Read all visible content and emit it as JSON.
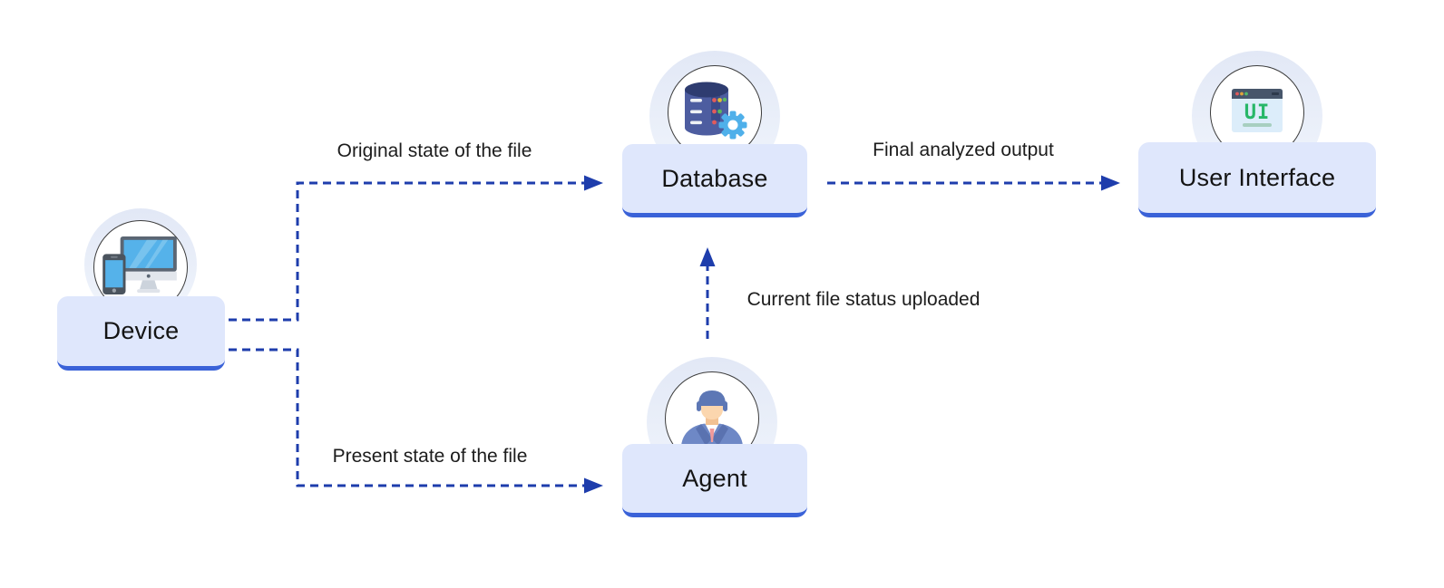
{
  "diagram": {
    "title": "file-analysis-flow",
    "colors": {
      "background": "#ffffff",
      "node_fill": "#dfe7fc",
      "node_bottom_edge": "#3a62d8",
      "arrow": "#1e3dac",
      "label_text": "#1c1c1c",
      "node_text": "#141414",
      "circle_border": "#3c3c3c",
      "halo": "#e2e8f6",
      "ui_green": "#27b768",
      "gear_blue": "#4fb0ea",
      "screen_blue": "#55b2ea"
    },
    "nodes": [
      {
        "id": "device",
        "label": "Device",
        "icon": "devices-icon"
      },
      {
        "id": "database",
        "label": "Database",
        "icon": "database-gear-icon"
      },
      {
        "id": "agent",
        "label": "Agent",
        "icon": "agent-person-icon"
      },
      {
        "id": "ui",
        "label": "User Interface",
        "icon": "browser-ui-icon"
      }
    ],
    "edges": [
      {
        "from": "device",
        "to": "database",
        "label": "Original state of the file"
      },
      {
        "from": "device",
        "to": "agent",
        "label": "Present state of the file"
      },
      {
        "from": "agent",
        "to": "database",
        "label": "Current file status uploaded"
      },
      {
        "from": "database",
        "to": "ui",
        "label": "Final analyzed output"
      }
    ]
  }
}
